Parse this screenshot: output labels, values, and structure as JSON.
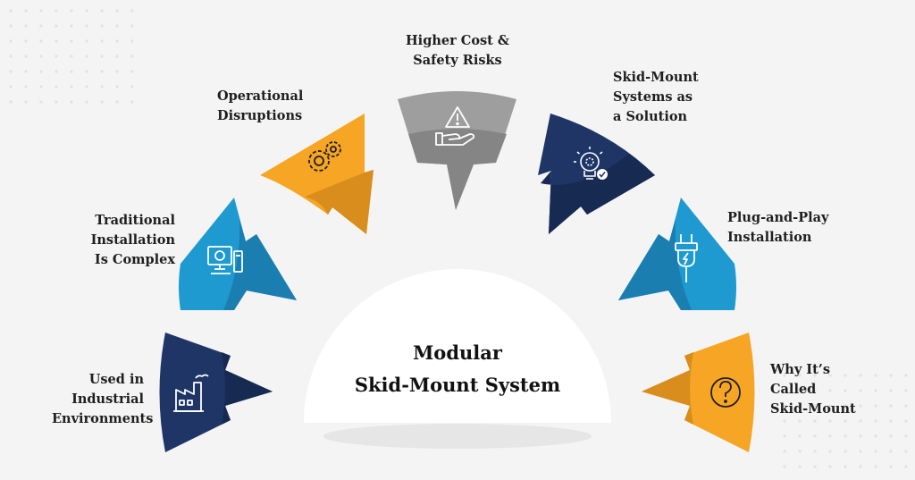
{
  "center": {
    "title_line1": "Modular",
    "title_line2": "Skid-Mount System"
  },
  "segments": [
    {
      "id": "industrial",
      "label_lines": [
        "Used in",
        "Industrial",
        "Environments"
      ],
      "color": "#1e3566",
      "dark": "#172a52",
      "icon": "factory-icon"
    },
    {
      "id": "traditional",
      "label_lines": [
        "Traditional",
        "Installation",
        "Is Complex"
      ],
      "color": "#1f9ad1",
      "dark": "#1a7fb0",
      "icon": "computer-gear-icon"
    },
    {
      "id": "operational",
      "label_lines": [
        "Operational",
        "Disruptions"
      ],
      "color": "#f6a524",
      "dark": "#d88d1c",
      "icon": "gears-icon"
    },
    {
      "id": "cost",
      "label_lines": [
        "Higher Cost &",
        "Safety Risks"
      ],
      "color": "#9e9e9e",
      "dark": "#858585",
      "icon": "hand-warning-icon"
    },
    {
      "id": "solution",
      "label_lines": [
        "Skid-Mount",
        "Systems as",
        "a Solution"
      ],
      "color": "#1e3566",
      "dark": "#172a52",
      "icon": "lightbulb-gear-icon"
    },
    {
      "id": "plugplay",
      "label_lines": [
        "Plug-and-Play",
        "Installation"
      ],
      "color": "#1f9ad1",
      "dark": "#1a7fb0",
      "icon": "plug-icon"
    },
    {
      "id": "why",
      "label_lines": [
        "Why It’s",
        "Called",
        "Skid-Mount"
      ],
      "color": "#f6a524",
      "dark": "#d88d1c",
      "icon": "question-icon"
    }
  ]
}
